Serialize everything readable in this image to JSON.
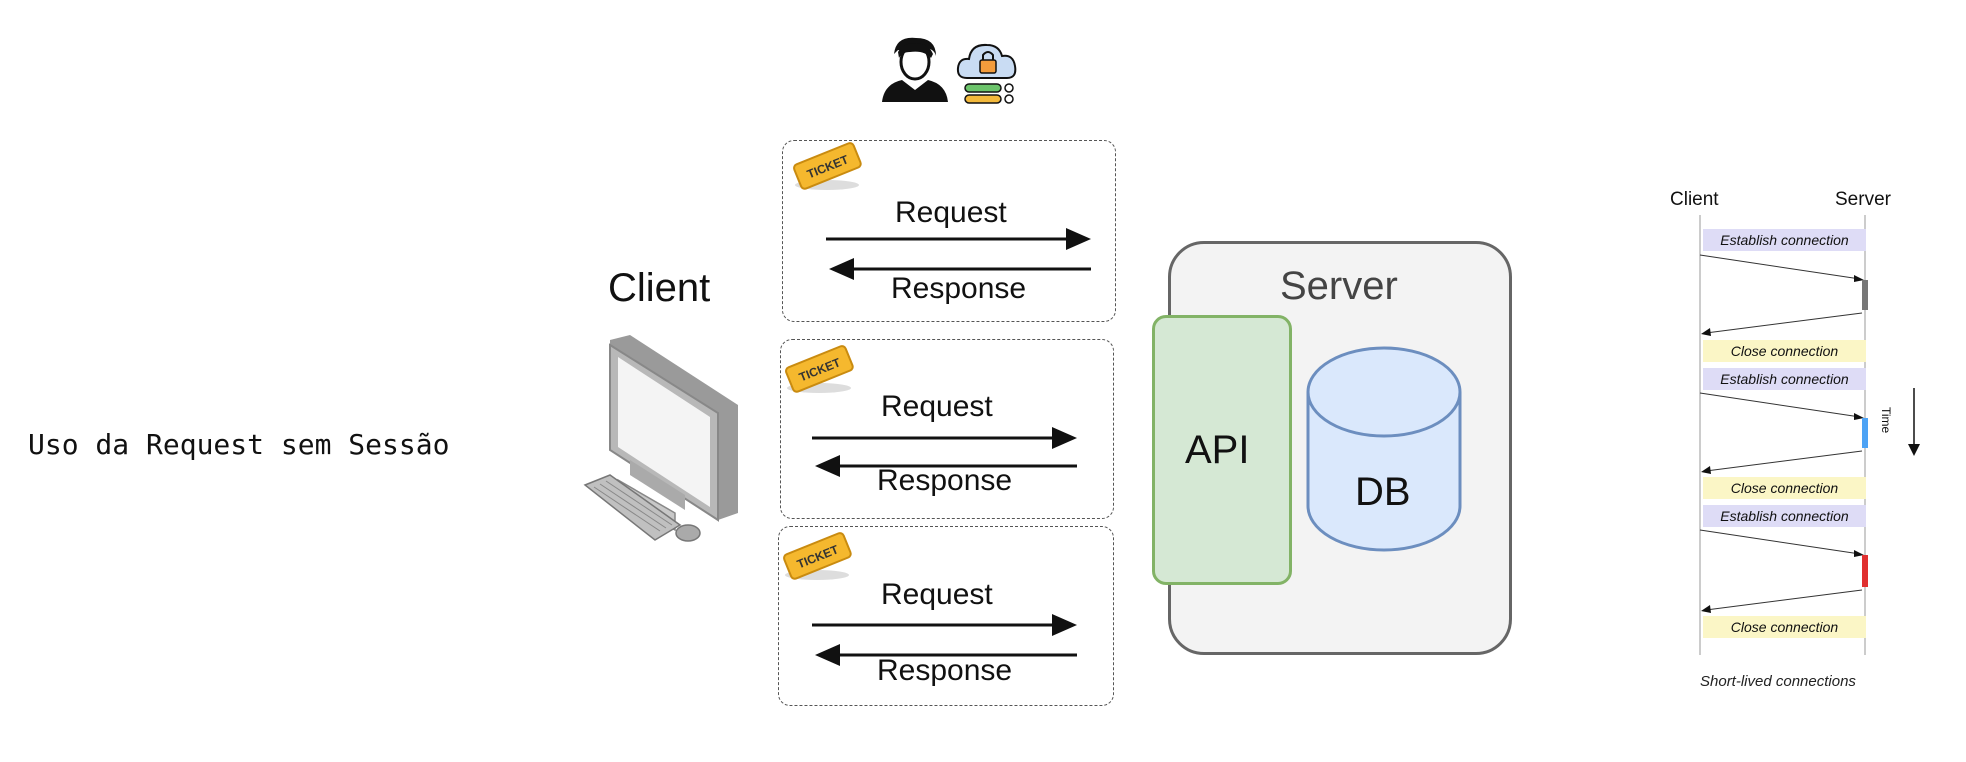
{
  "side_title": "Uso da Request sem Sessão",
  "client": {
    "label": "Client"
  },
  "ticket_text": "TICKET",
  "exchanges": [
    {
      "request": "Request",
      "response": "Response"
    },
    {
      "request": "Request",
      "response": "Response"
    },
    {
      "request": "Request",
      "response": "Response"
    }
  ],
  "server": {
    "label": "Server",
    "api_label": "API",
    "db_label": "DB"
  },
  "sequence": {
    "client_label": "Client",
    "server_label": "Server",
    "establish": "Establish connection",
    "close": "Close connection",
    "time_label": "Time",
    "caption": "Short-lived connections",
    "activation_colors": [
      "#777777",
      "#4da3f5",
      "#e03030"
    ]
  },
  "colors": {
    "api_fill": "#d5e8d4",
    "api_stroke": "#82b366",
    "db_fill": "#dae8fc",
    "db_stroke": "#6c8ebf"
  }
}
